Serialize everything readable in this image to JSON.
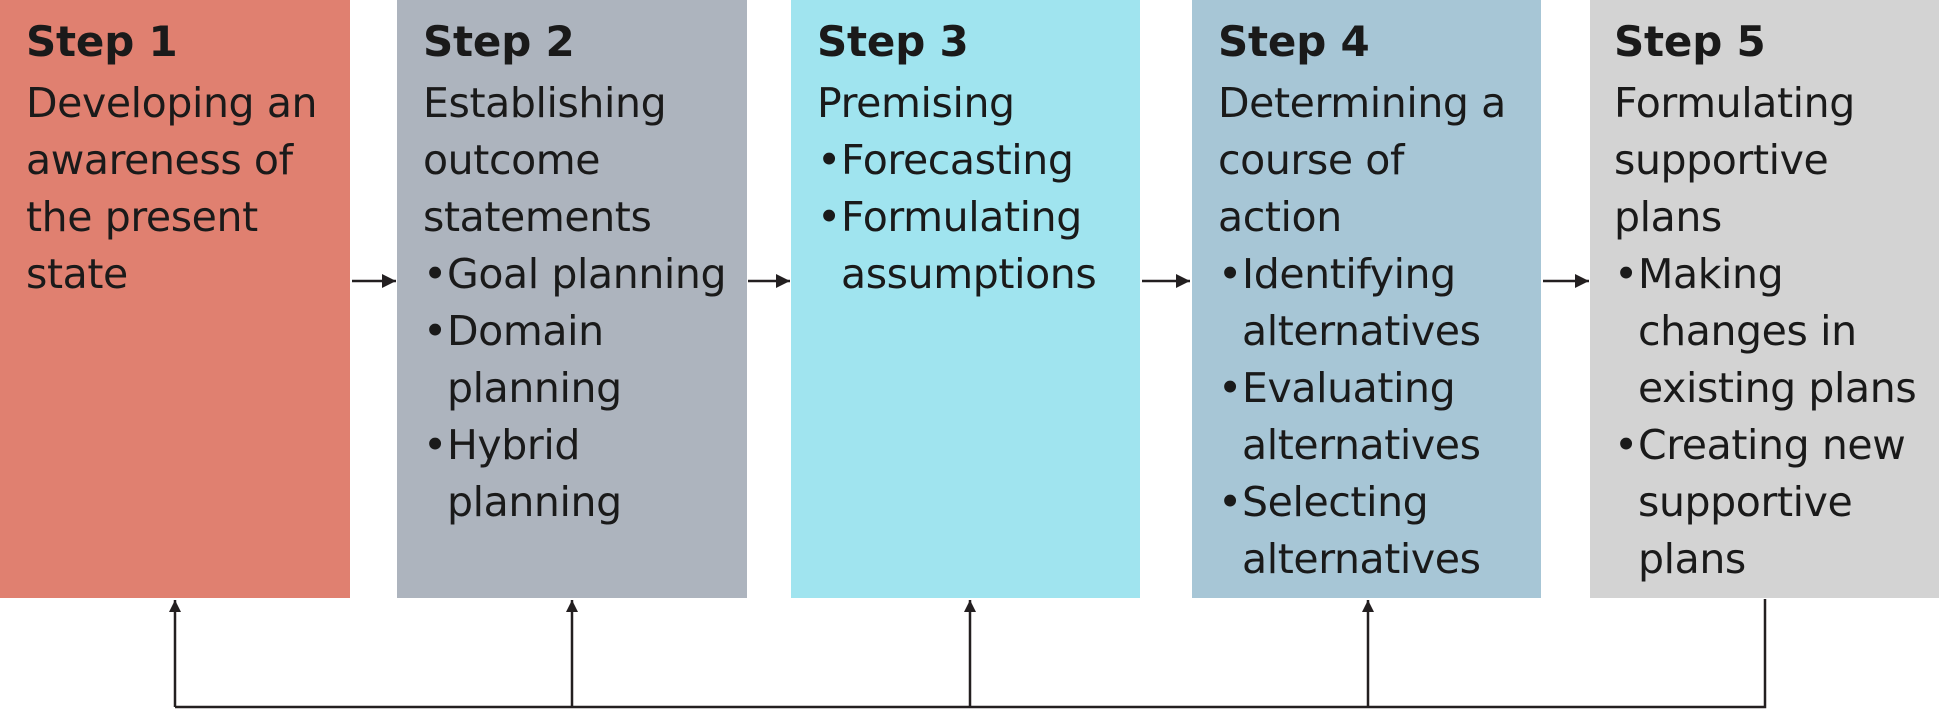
{
  "steps": [
    {
      "title": "Step 1",
      "description": "Developing an awareness of the present state",
      "bullets": [],
      "color": "#e08070"
    },
    {
      "title": "Step 2",
      "description": "Establishing outcome statements",
      "bullets": [
        "Goal planning",
        "Domain planning",
        "Hybrid planning"
      ],
      "color": "#adb4be"
    },
    {
      "title": "Step 3",
      "description": "Premising",
      "bullets": [
        "Forecasting",
        "Formulating assumptions"
      ],
      "color": "#a0e4ef"
    },
    {
      "title": "Step 4",
      "description": "Determining a course of action",
      "bullets": [
        "Identifying alternatives",
        "Evaluating alternatives",
        "Selecting alternatives"
      ],
      "color": "#a7c6d6"
    },
    {
      "title": "Step 5",
      "description": "Formulating supportive plans",
      "bullets": [
        "Making changes in existing plans",
        "Creating new supportive plans"
      ],
      "color": "#d3d3d3"
    }
  ],
  "bullet_glyph": "•",
  "connector_color": "#231f20"
}
